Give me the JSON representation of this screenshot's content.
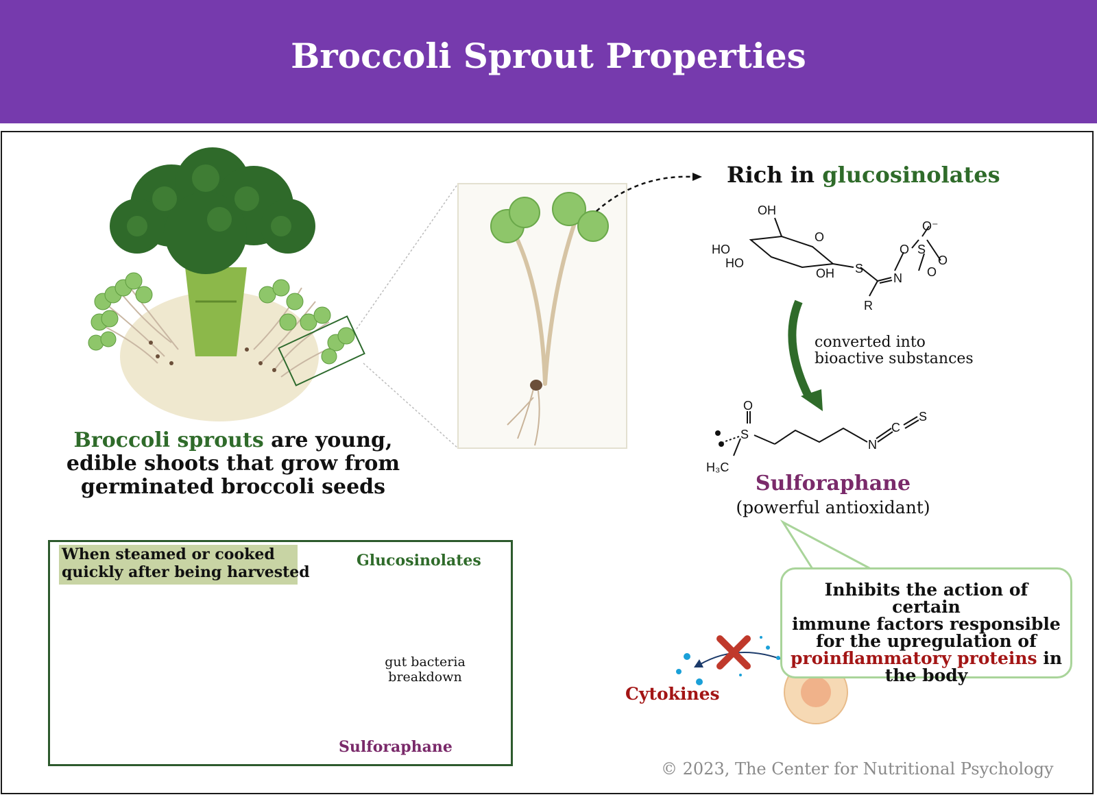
{
  "title": "Broccoli Sprout Properties",
  "caption": {
    "highlight": "Broccoli sprouts",
    "rest_line1": " are young,",
    "line2": "edible shoots that grow from",
    "line3": "germinated broccoli seeds"
  },
  "rich": {
    "prefix": "Rich in ",
    "highlight": "glucosinolates"
  },
  "converted": {
    "line1": "converted into",
    "line2": "bioactive substances"
  },
  "sulforaphane": {
    "name": "Sulforaphane",
    "subtitle": "(powerful antioxidant)"
  },
  "inhibits": {
    "line1": "Inhibits the action of certain",
    "line2": "immune factors responsible",
    "line3": "for the upregulation of",
    "highlight": "proinflammatory proteins",
    "after_highlight": " in",
    "line5": "the body"
  },
  "cytokines": "Cytokines",
  "inset": {
    "note_line1": "When steamed or cooked",
    "note_line2": "quickly after being harvested",
    "glucosinolates": "Glucosinolates",
    "gut_line1": "gut bacteria",
    "gut_line2": "breakdown",
    "sulforaphane": "Sulforaphane"
  },
  "chem_labels": {
    "oh": "OH",
    "ho": "HO",
    "o": "O",
    "s": "S",
    "n": "N",
    "r": "R",
    "o_minus": "O⁻",
    "h3c": "H₃C"
  },
  "copyright": "© 2023,  The Center for Nutritional Psychology",
  "colors": {
    "header": "#763aad",
    "green": "#2f6b2a",
    "purple": "#7a2a6a",
    "red": "#a31515"
  }
}
